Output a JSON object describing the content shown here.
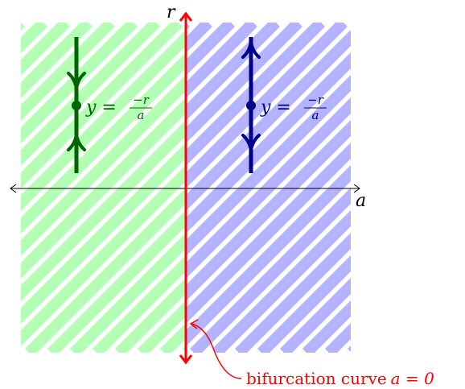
{
  "axes": {
    "x_label": "a",
    "y_label": "r"
  },
  "left_region": {
    "equation_lhs": "y =",
    "fraction_num": "−r",
    "fraction_den": "a",
    "color": "#006400",
    "stripe_color": "#b3ffb3",
    "arrows": [
      "toward-point",
      "toward-point"
    ]
  },
  "right_region": {
    "equation_lhs": "y =",
    "fraction_num": "−r",
    "fraction_den": "a",
    "color": "#00008b",
    "stripe_color": "#b3b3ff",
    "arrows": [
      "away-from-point",
      "away-from-point"
    ]
  },
  "bifurcation": {
    "label": "bifurcation curve",
    "condition": "a = 0",
    "color": "#ff0000"
  }
}
